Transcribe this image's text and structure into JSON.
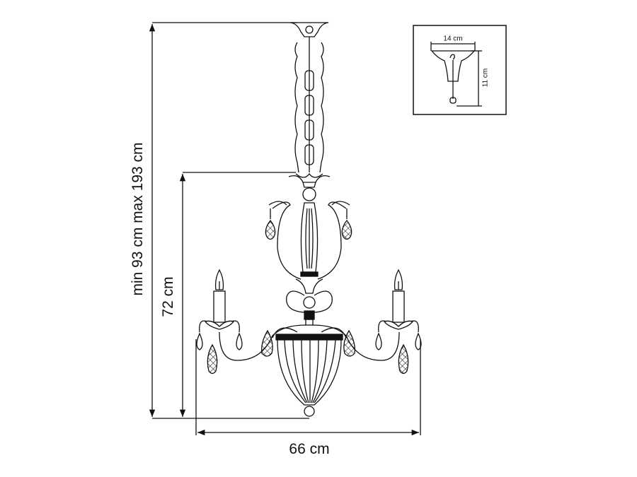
{
  "title": "Chandelier dimension drawing",
  "dimensions": {
    "height_range": "min 93 cm   max 193 cm",
    "body_height": "72 cm",
    "width": "66 cm"
  },
  "inset": {
    "canopy_diameter": "14 cm",
    "canopy_height": "11 cm"
  },
  "colors": {
    "line": "#111111",
    "background": "#ffffff"
  }
}
